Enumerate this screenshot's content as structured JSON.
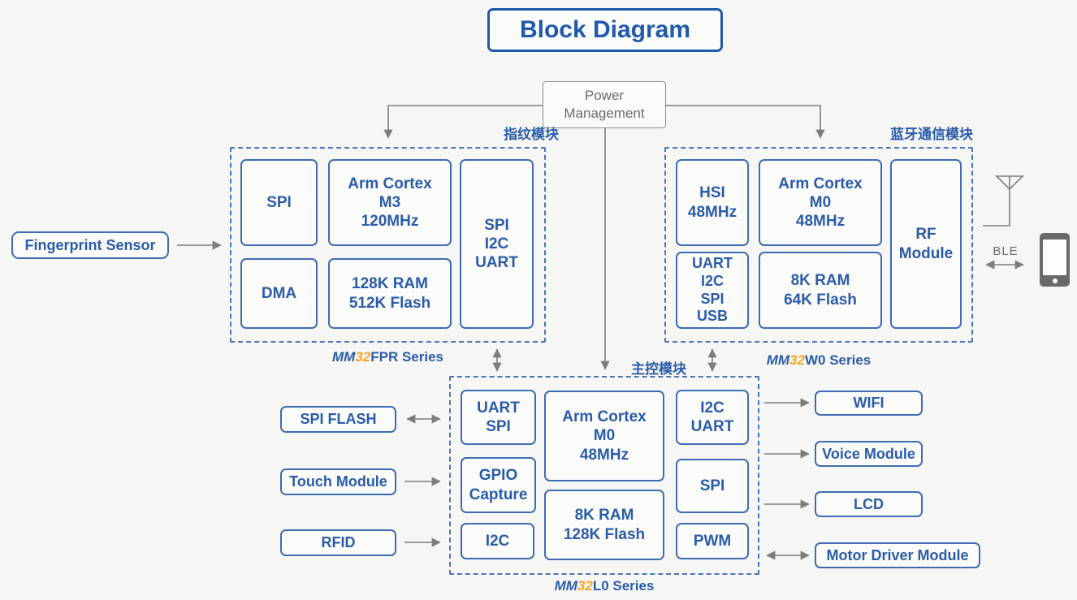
{
  "title": "Block Diagram",
  "power_management": "Power\nManagement",
  "modules": {
    "fpr": {
      "cn_label": "指纹模块",
      "series": {
        "mm": "MM",
        "num": "32",
        "rest": "FPR Series"
      },
      "cells": {
        "spi": "SPI",
        "cortex": "Arm Cortex\nM3\n120MHz",
        "dma": "DMA",
        "memory": "128K RAM\n512K Flash",
        "periph": "SPI\nI2C\nUART"
      }
    },
    "w0": {
      "cn_label": "蓝牙通信模块",
      "series": {
        "mm": "MM",
        "num": "32",
        "rest": "W0 Series"
      },
      "cells": {
        "hsi": "HSI\n48MHz",
        "cortex": "Arm Cortex\nM0\n48MHz",
        "uart": "UART\nI2C\nSPI\nUSB",
        "memory": "8K RAM\n64K Flash",
        "rf": "RF\nModule"
      }
    },
    "l0": {
      "cn_label": "主控模块",
      "series": {
        "mm": "MM",
        "num": "32",
        "rest": "L0 Series"
      },
      "cells": {
        "uart_spi": "UART\nSPI",
        "cortex": "Arm Cortex\nM0\n48MHz",
        "gpio": "GPIO\nCapture",
        "i2c": "I2C",
        "memory": "8K RAM\n128K Flash",
        "i2c_uart": "I2C\nUART",
        "spi": "SPI",
        "pwm": "PWM"
      }
    }
  },
  "peripherals": {
    "fingerprint_sensor": "Fingerprint Sensor",
    "spi_flash": "SPI FLASH",
    "touch_module": "Touch Module",
    "rfid": "RFID",
    "wifi": "WIFI",
    "voice_module": "Voice Module",
    "lcd": "LCD",
    "motor_driver": "Motor Driver Module"
  },
  "ble_label": "BLE",
  "icons": {
    "antenna": "antenna-icon",
    "phone": "smartphone-icon"
  },
  "colors": {
    "accent_blue": "#2a5caa",
    "border_blue": "#3e6cb4",
    "orange": "#f5a623",
    "line_gray": "#7d7d7d"
  }
}
